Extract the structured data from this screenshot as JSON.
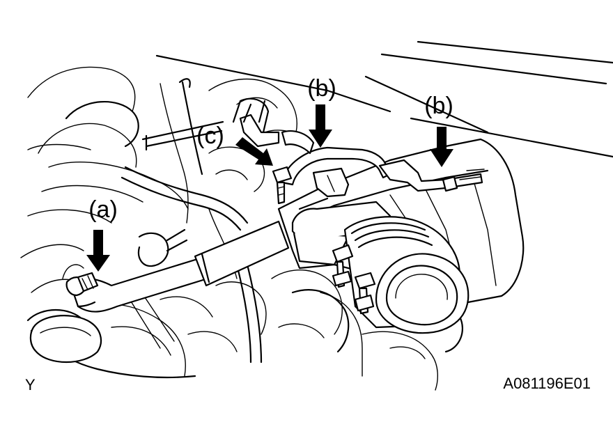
{
  "callouts": {
    "a": "(a)",
    "b_left": "(b)",
    "b_right": "(b)",
    "c": "(c)"
  },
  "orientation_mark": "Y",
  "figure_code": "A081196E01",
  "colors": {
    "line": "#000000",
    "background": "#ffffff"
  }
}
